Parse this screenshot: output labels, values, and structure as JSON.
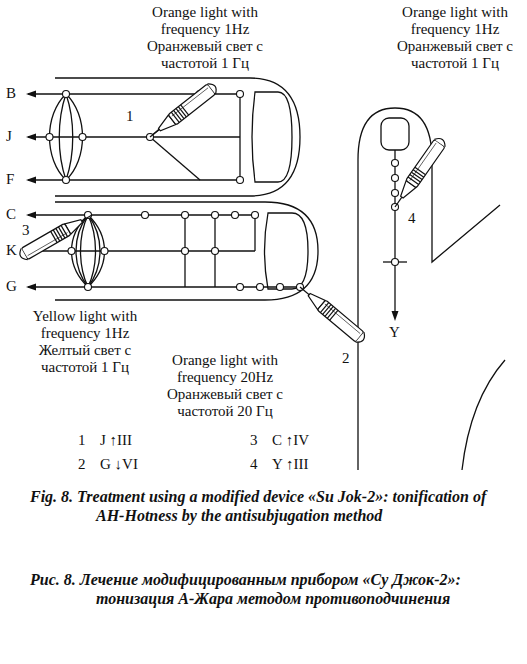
{
  "diagram": {
    "caption": "Fig. 8. Treatment using a modified device «Su Jok-2»: tonification of AH-Hotness by the antisubjugation method",
    "labels": [
      "Orange light with frequency 1Hz",
      "Оранжевый свет с частотой 1 Гц",
      "Orange light with frequency 1Hz",
      "Оранжевый свет с частотой 1 Гц",
      "B",
      "J",
      "F",
      "1",
      "C",
      "K",
      "G",
      "3",
      "4",
      "Y",
      "Yellow light with frequency 1Hz",
      "Желтый свет с частотой 1 Гц",
      "Orange light with frequency 20Hz",
      "Оранжевый свет с частотой 20 Гц",
      "2",
      "1",
      "J ↑III",
      "3",
      "C ↑IV",
      "2",
      "G ↓VI",
      "4",
      "Y ↑III",
      "Рис. 8. Лечение модифицированным прибором «Су Джок-2»: тонизация А-Жара методом противоподчинения"
    ]
  }
}
